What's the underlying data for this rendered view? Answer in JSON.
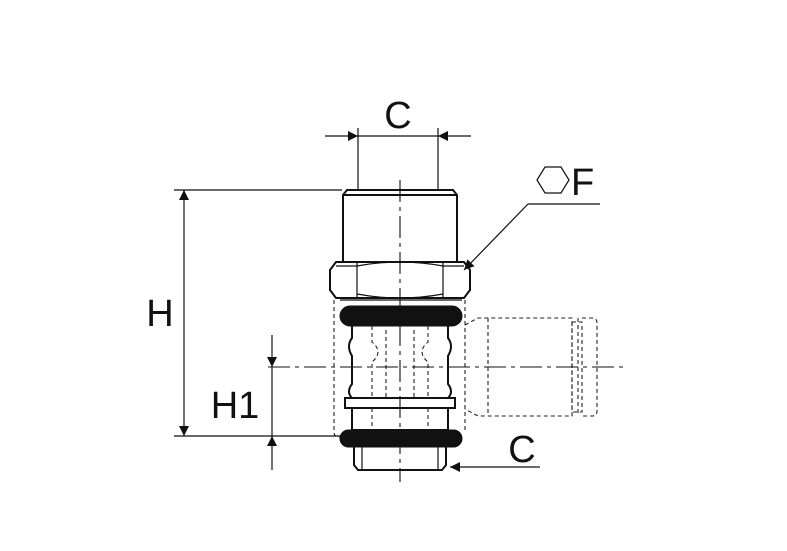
{
  "labels": {
    "c_top": "C",
    "hex_f": "F",
    "h": "H",
    "h1": "H1",
    "c_thread": "C"
  },
  "icons": {
    "hex": "hexagon-outline-icon"
  },
  "colors": {
    "line": "#111111",
    "background": "#ffffff"
  }
}
